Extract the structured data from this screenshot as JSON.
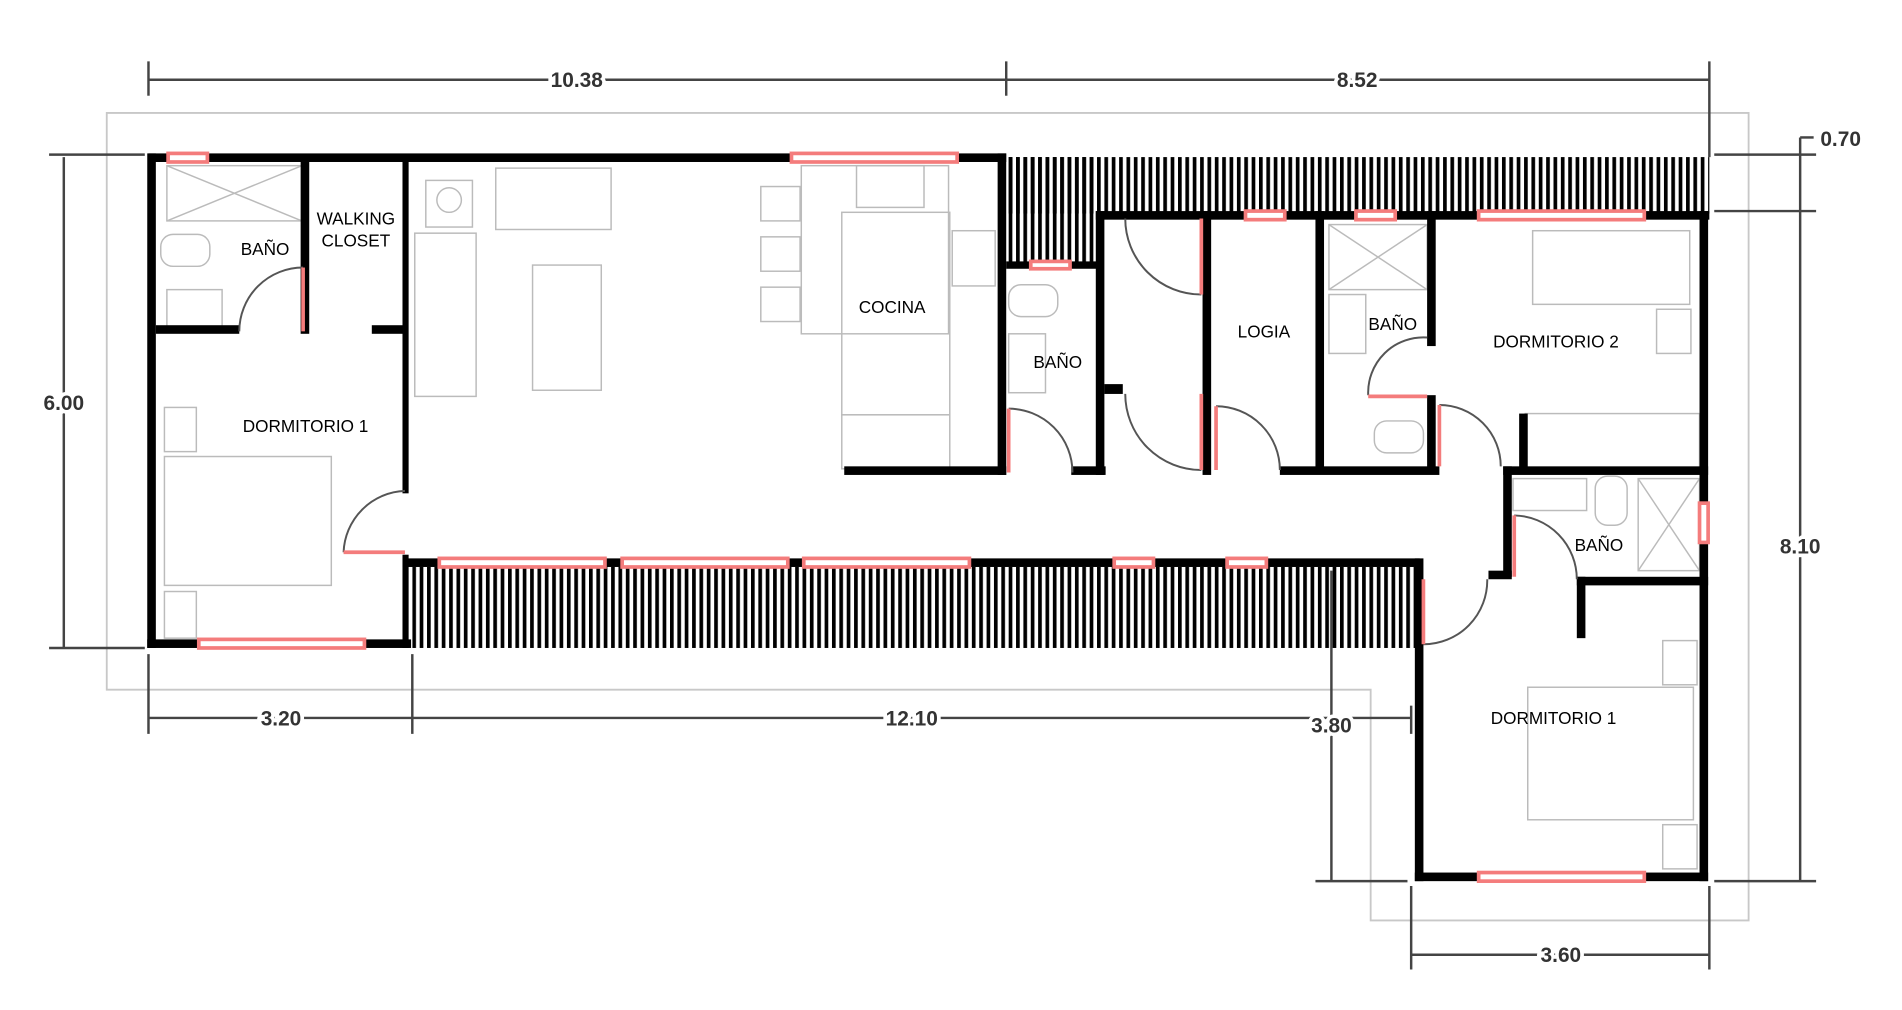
{
  "colors": {
    "wall": "#000000",
    "window": "#f47c7c",
    "outline": "#c8c8c8",
    "dimension": "#444444"
  },
  "rooms": {
    "bath_master": "BAÑO",
    "walking_closet_1": "WALKING",
    "walking_closet_2": "CLOSET",
    "bedroom_1": "DORMITORIO  1",
    "kitchen": "COCINA",
    "bath_guest": "BAÑO",
    "logia": "LOGIA",
    "bath_2": "BAÑO",
    "bedroom_2": "DORMITORIO  2",
    "bath_3": "BAÑO",
    "bedroom_3": "DORMITORIO  1"
  },
  "dimensions": {
    "top_left": "10.38",
    "top_right": "8.52",
    "left_height": "6.00",
    "bottom_left": "3.20",
    "bottom_middle": "12.10",
    "wing_height": "3.80",
    "eave": "0.70",
    "right_height": "8.10",
    "wing_width": "3.60"
  }
}
